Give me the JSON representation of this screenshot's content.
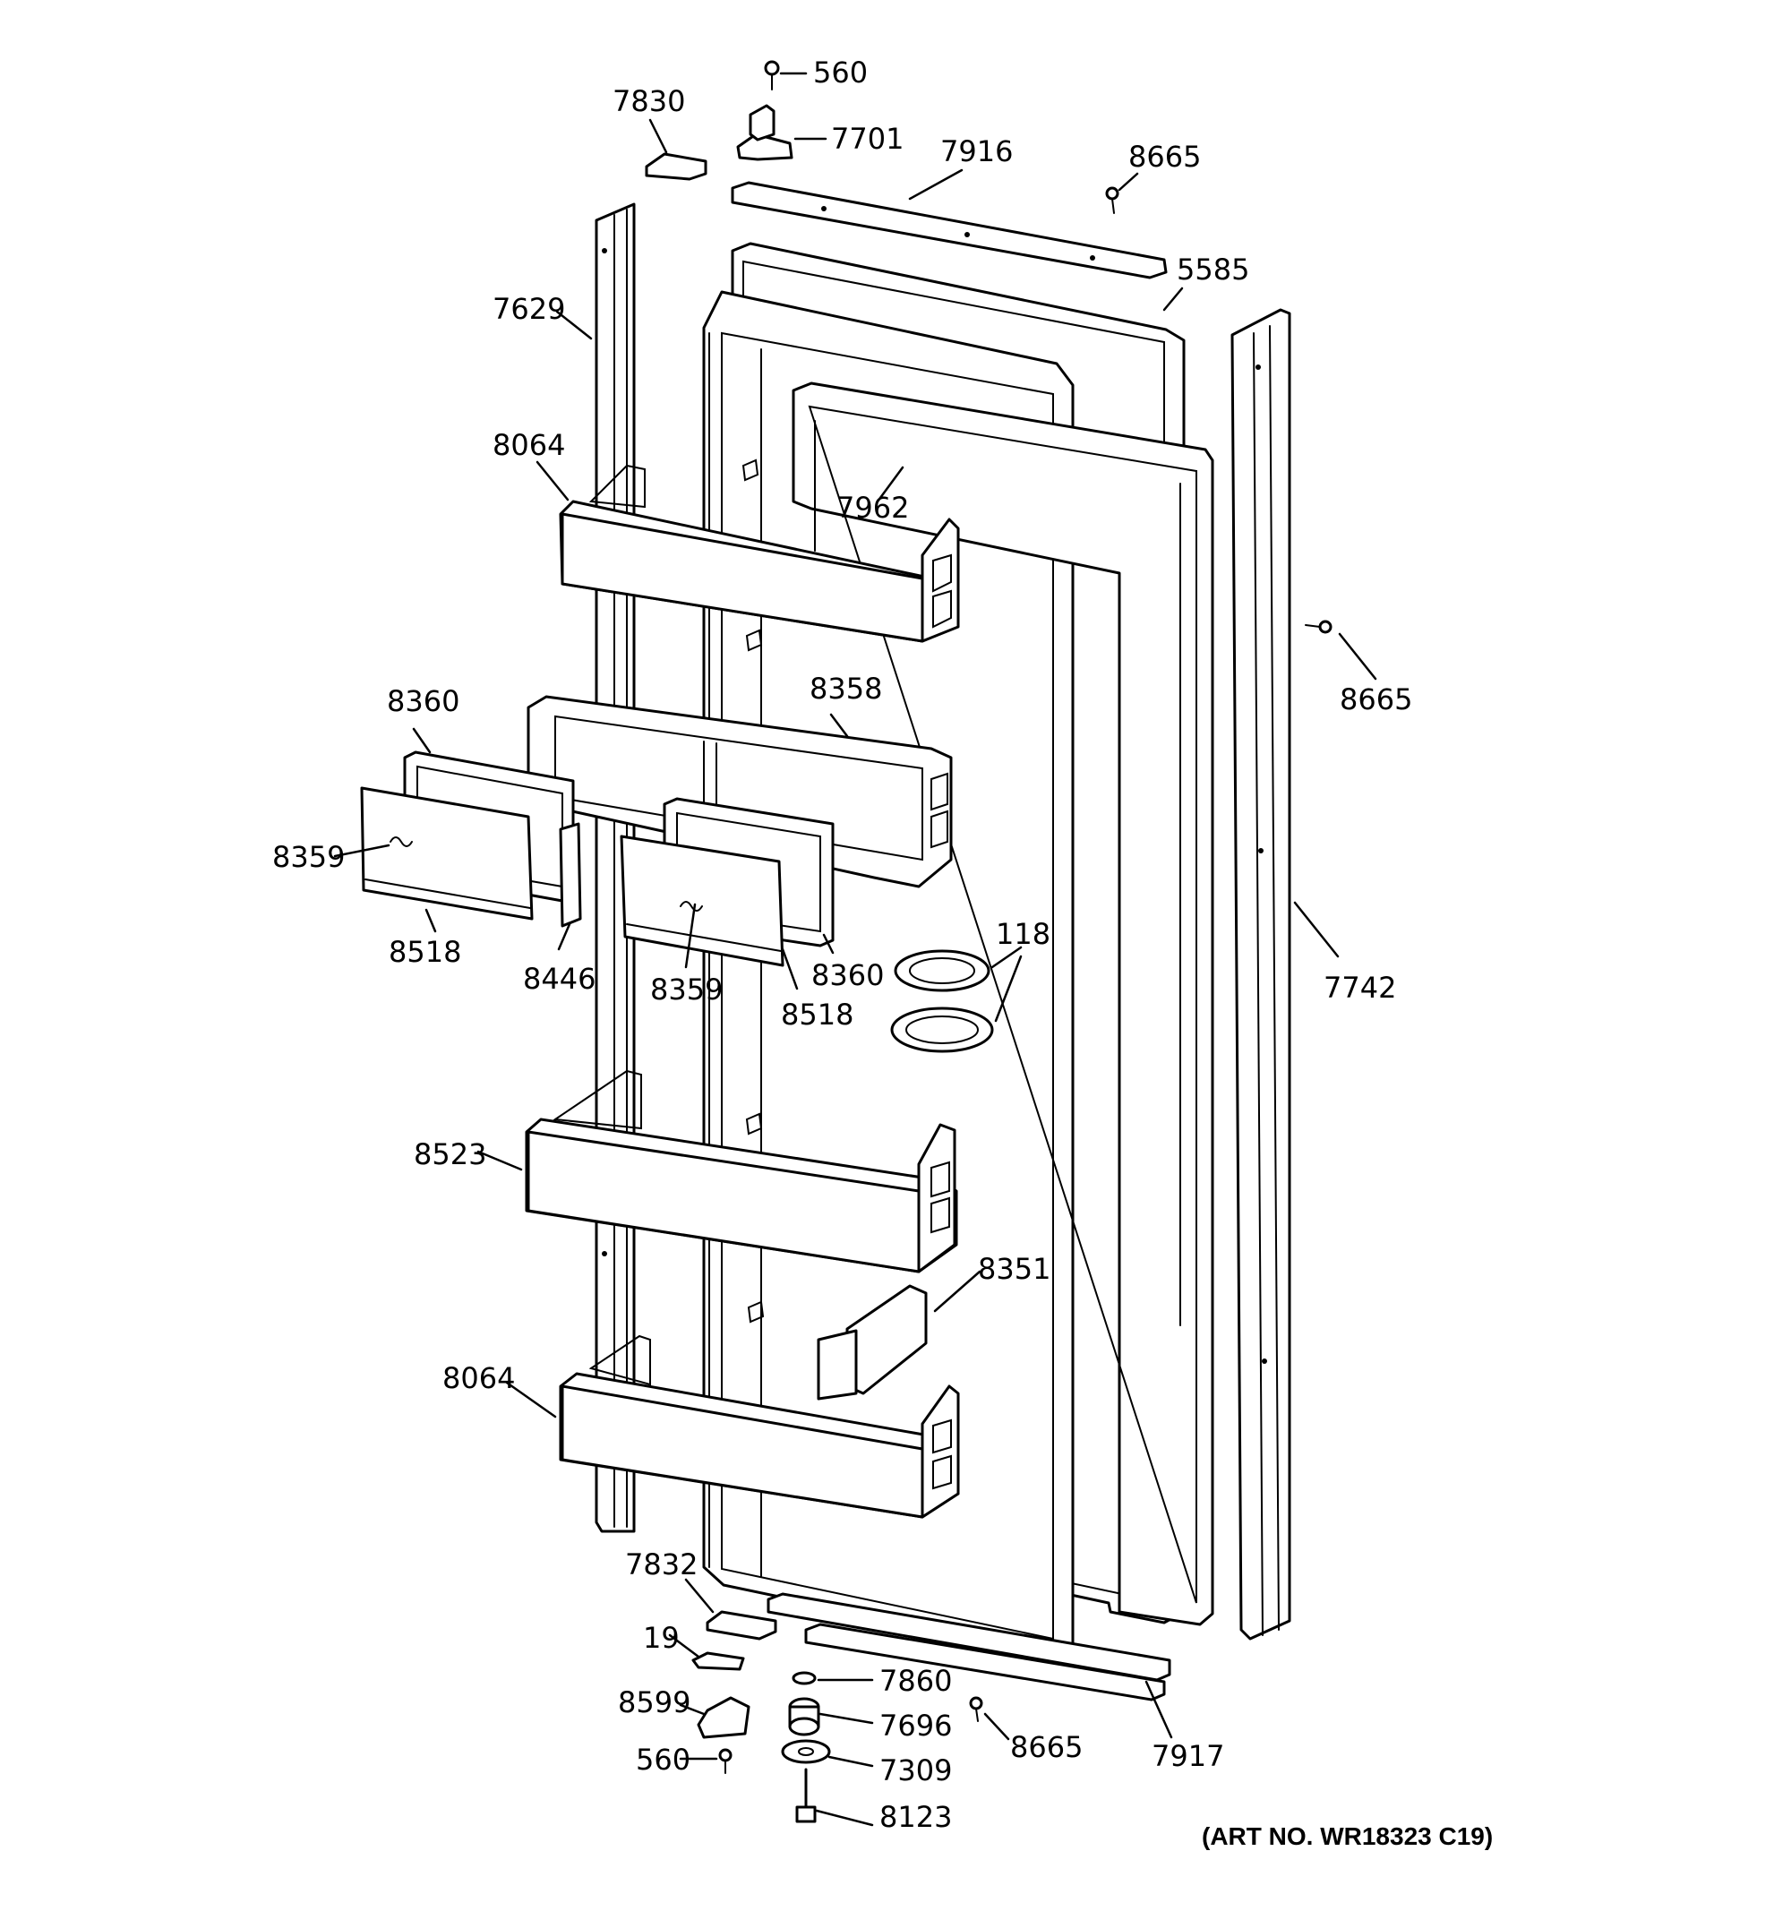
{
  "art_number": "(ART NO. WR18323 C19)",
  "labels": [
    "560",
    "7830",
    "7701",
    "7916",
    "8665",
    "5585",
    "7629",
    "8064",
    "7962",
    "8665",
    "8360",
    "8358",
    "8359",
    "8518",
    "8446",
    "8359",
    "8518",
    "8360",
    "118",
    "7742",
    "8523",
    "8351",
    "8064",
    "7832",
    "19",
    "7860",
    "8599",
    "7696",
    "8665",
    "560",
    "7309",
    "7917",
    "8123"
  ]
}
